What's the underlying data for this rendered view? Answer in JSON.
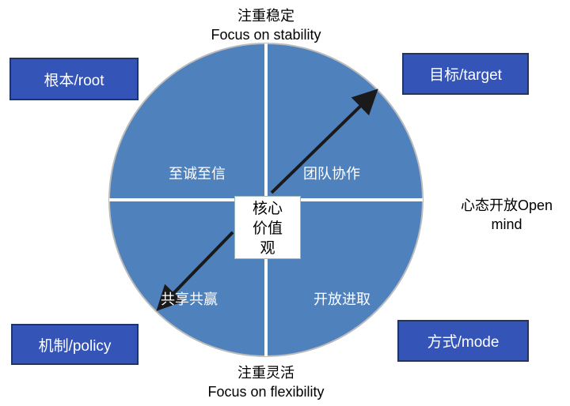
{
  "top_label": {
    "zh": "注重稳定",
    "en": "Focus on stability"
  },
  "bottom_label": {
    "zh": "注重灵活",
    "en": "Focus on flexibility"
  },
  "right_label": "心态开放Open mind",
  "boxes": {
    "root": "根本/root",
    "target": "目标/target",
    "policy": "机制/policy",
    "mode": "方式/mode"
  },
  "quadrants": {
    "top_left": "至诚至信",
    "top_right": "团队协作",
    "bottom_left": "共享共赢",
    "bottom_right": "开放进取"
  },
  "center": "核心价值观",
  "colors": {
    "circle": "#4f81bd",
    "box": "#3454b8"
  }
}
